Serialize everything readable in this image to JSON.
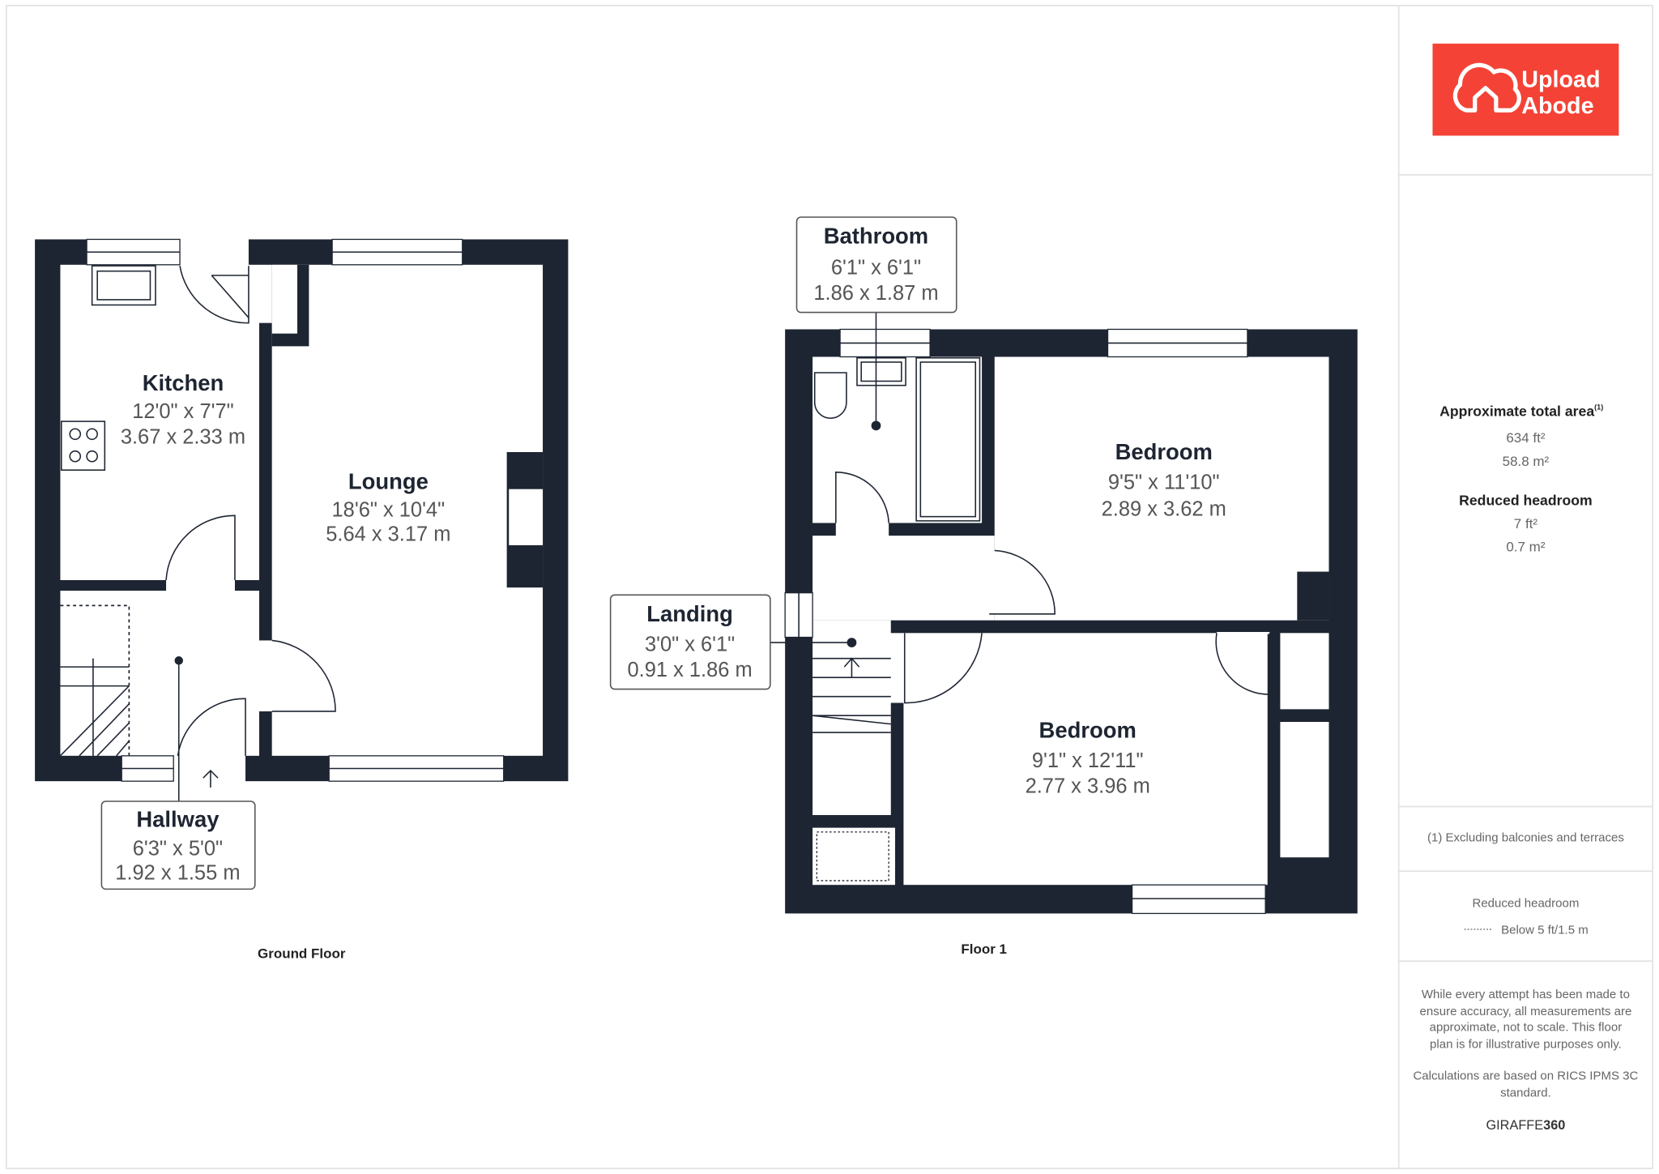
{
  "logo": {
    "line1": "Upload",
    "line2": "Abode",
    "color": "#f44336"
  },
  "ground_floor": {
    "label": "Ground Floor",
    "rooms": [
      {
        "name": "Kitchen",
        "imperial": "12'0\" x 7'7\"",
        "metric": "3.67 x 2.33 m"
      },
      {
        "name": "Lounge",
        "imperial": "18'6\" x 10'4\"",
        "metric": "5.64 x 3.17 m"
      },
      {
        "name": "Hallway",
        "imperial": "6'3\" x 5'0\"",
        "metric": "1.92 x 1.55 m"
      }
    ]
  },
  "floor_1": {
    "label": "Floor 1",
    "rooms": [
      {
        "name": "Bathroom",
        "imperial": "6'1\" x 6'1\"",
        "metric": "1.86 x 1.87 m"
      },
      {
        "name": "Bedroom",
        "imperial": "9'5\" x 11'10\"",
        "metric": "2.89 x 3.62 m"
      },
      {
        "name": "Landing",
        "imperial": "3'0\" x 6'1\"",
        "metric": "0.91 x 1.86 m"
      },
      {
        "name": "Bedroom",
        "imperial": "9'1\" x 12'11\"",
        "metric": "2.77 x 3.96 m"
      }
    ]
  },
  "panel": {
    "total_area_title": "Approximate total area",
    "total_area_note_mark": "(1)",
    "total_ft": "634 ft²",
    "total_m": "58.8 m²",
    "reduced_title": "Reduced headroom",
    "reduced_ft": "7 ft²",
    "reduced_m": "0.7 m²",
    "footnote": "(1) Excluding balconies and terraces",
    "legend_title": "Reduced headroom",
    "legend_item": "Below 5 ft/1.5 m",
    "disclaimer": [
      "While every attempt has been made to",
      "ensure accuracy, all measurements are",
      "approximate, not to scale. This floor",
      "plan is for illustrative purposes only."
    ],
    "calc": [
      "Calculations are based on RICS IPMS 3C",
      "standard."
    ],
    "brand_a": "GIRAFFE",
    "brand_b": "360"
  }
}
